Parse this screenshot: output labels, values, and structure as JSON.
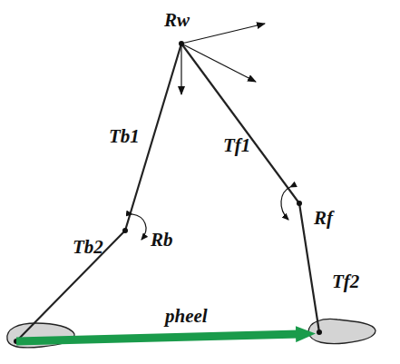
{
  "diagram": {
    "labels": [
      "Rw",
      "Tb1",
      "Tf1",
      "Rf",
      "Tb2",
      "Rb",
      "Tf2",
      "pheel"
    ]
  }
}
